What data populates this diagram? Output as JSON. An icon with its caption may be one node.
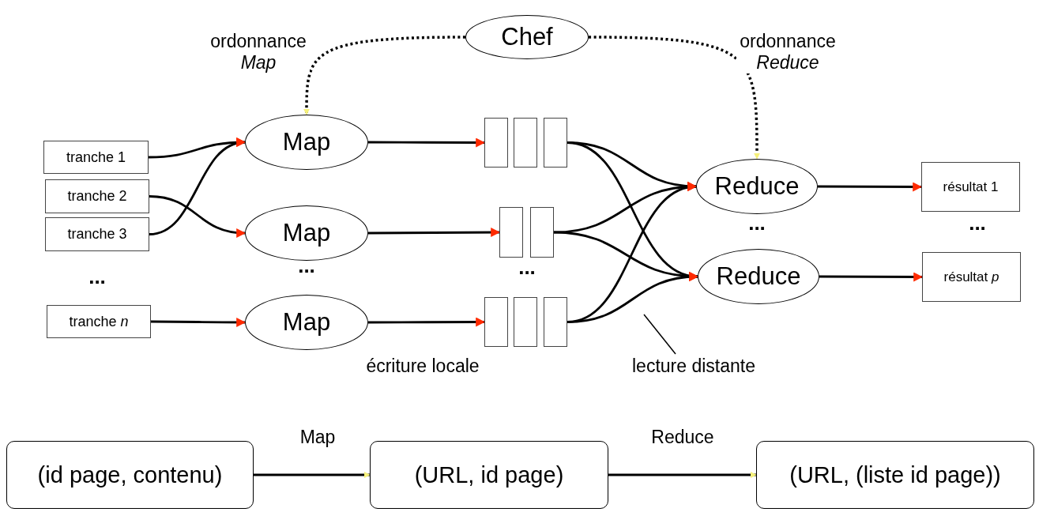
{
  "diagram": {
    "nodes": [
      {
        "text": [
          "Chef"
        ]
      },
      {
        "text": [
          "tranche 1"
        ]
      },
      {
        "text": [
          "tranche 2"
        ]
      },
      {
        "text": [
          "tranche 3"
        ]
      },
      {
        "text": [
          "tranche *n*"
        ]
      },
      {
        "text": [
          "Map"
        ]
      },
      {
        "text": [
          "Map"
        ]
      },
      {
        "text": [
          "Map"
        ]
      },
      {
        "text": [],
        "shape": "box"
      },
      {
        "text": [],
        "shape": "box"
      },
      {
        "text": [],
        "shape": "box"
      },
      {
        "text": [],
        "shape": "box"
      },
      {
        "text": [],
        "shape": "box"
      },
      {
        "text": [],
        "shape": "box"
      },
      {
        "text": [],
        "shape": "box"
      },
      {
        "text": [],
        "shape": "box"
      },
      {
        "text": [
          "Reduce"
        ]
      },
      {
        "text": [
          "Reduce"
        ]
      },
      {
        "text": [
          "résultat 1"
        ]
      },
      {
        "text": [
          "résultat *p*"
        ]
      },
      {
        "text": [
          "(id page, contenu)"
        ]
      },
      {
        "text": [
          "(URL, id page)"
        ]
      },
      {
        "text": [
          "(URL, (liste id page))"
        ]
      },
      {
        "text": [
          "lecture distante"
        ]
      }
    ],
    "edges": [
      {
        "from": 0,
        "to": 5,
        "arrow": "to",
        "style": "dashed",
        "label": "ordonnance *Map*"
      },
      {
        "from": 0,
        "to": 16,
        "arrow": "to",
        "style": "dashed",
        "label": "ordonnance *Reduce*"
      },
      {
        "from": 1,
        "to": 5,
        "arrow": "to"
      },
      {
        "from": 2,
        "to": 6,
        "arrow": "to"
      },
      {
        "from": 3,
        "to": 5,
        "arrow": "to"
      },
      {
        "from": 4,
        "to": 7,
        "arrow": "to"
      },
      {
        "from": 5,
        "to": 8,
        "arrow": "to"
      },
      {
        "from": 6,
        "to": 11,
        "arrow": "to"
      },
      {
        "from": 7,
        "to": 13,
        "arrow": "to"
      },
      {
        "from": 10,
        "to": 16,
        "arrow": "to"
      },
      {
        "from": 10,
        "to": 17,
        "arrow": "to"
      },
      {
        "from": 12,
        "to": 16,
        "arrow": "to"
      },
      {
        "from": 12,
        "to": 17,
        "arrow": "to"
      },
      {
        "from": 15,
        "to": 16,
        "arrow": "to"
      },
      {
        "from": 15,
        "to": 17,
        "arrow": "to"
      },
      {
        "from": 16,
        "to": 18,
        "arrow": "to"
      },
      {
        "from": 17,
        "to": 19,
        "arrow": "to"
      },
      {
        "from": 20,
        "to": 21,
        "arrow": "to",
        "label": "Map"
      },
      {
        "from": 21,
        "to": 22,
        "arrow": "to",
        "label": "Reduce"
      },
      {
        "from": 23,
        "to": null,
        "arrow": "none"
      }
    ],
    "labels": [
      "...",
      "...",
      "...",
      "...",
      "...",
      "écriture locale"
    ]
  }
}
